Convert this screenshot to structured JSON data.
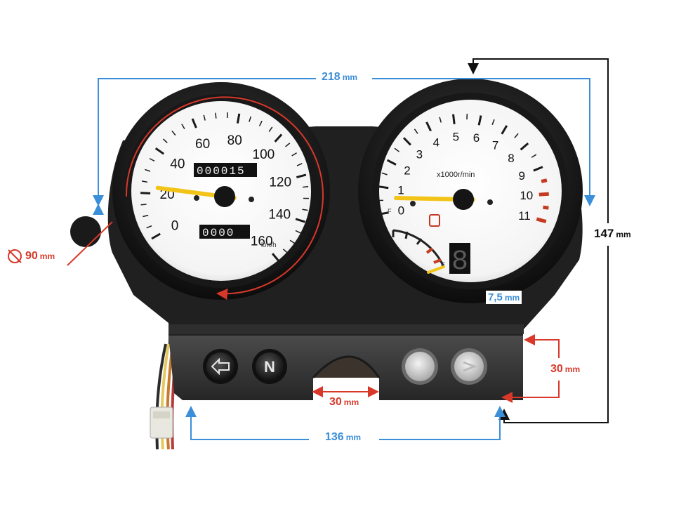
{
  "dimensions": {
    "width_total": {
      "value": "218",
      "unit": "mm"
    },
    "height_total": {
      "value": "147",
      "unit": "mm"
    },
    "gauge_diameter": {
      "value": "90",
      "unit": "mm"
    },
    "depth": {
      "value": "7,5",
      "unit": "mm"
    },
    "bracket_height": {
      "value": "30",
      "unit": "mm"
    },
    "notch_width": {
      "value": "30",
      "unit": "mm"
    },
    "base_width": {
      "value": "136",
      "unit": "mm"
    }
  },
  "speedometer": {
    "ticks": [
      "0",
      "20",
      "40",
      "60",
      "80",
      "100",
      "120",
      "140",
      "160"
    ],
    "unit": "km/h",
    "odometer": "000015",
    "trip": "0000",
    "needle_value": 23
  },
  "tachometer": {
    "ticks": [
      "0",
      "1",
      "2",
      "3",
      "4",
      "5",
      "6",
      "7",
      "8",
      "9",
      "10",
      "11"
    ],
    "unit": "x1000r/min",
    "needle_value": 0.6,
    "fuel_full": "F",
    "fuel_empty": "E",
    "gear_display": "8"
  },
  "indicators": {
    "left": "turn-left-icon",
    "neutral": "N",
    "left_light": "left-light-icon",
    "right_light": "right-light-icon"
  },
  "colors": {
    "dimension_blue": "#3b8ed8",
    "dimension_red": "#d8382a",
    "needle_yellow": "#f2c417",
    "housing": "#1c1c1c",
    "redline": "#c63a22"
  }
}
